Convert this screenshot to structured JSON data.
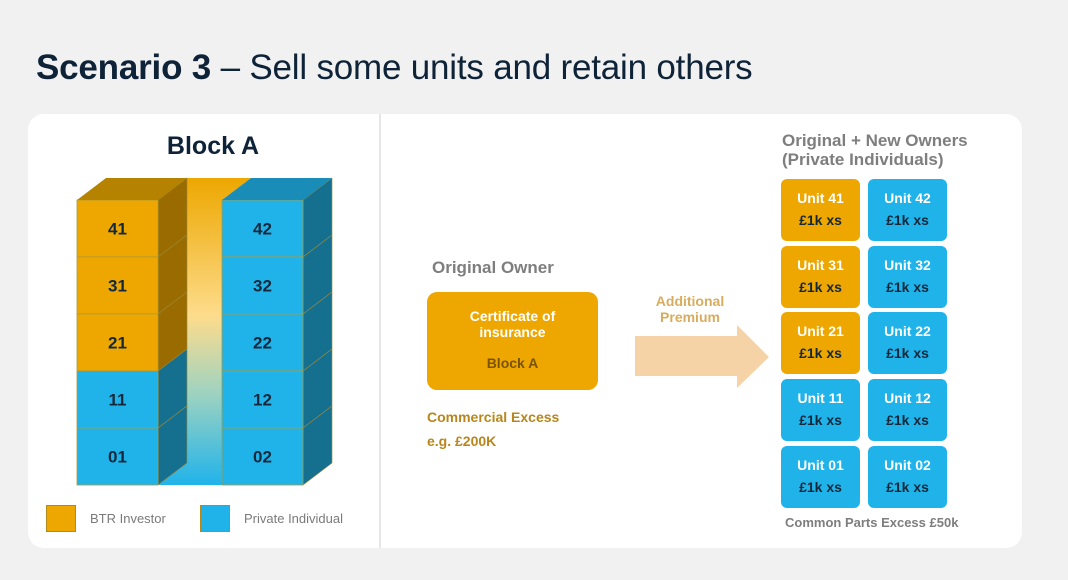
{
  "title": {
    "bold": "Scenario 3",
    "rest": " – Sell some units and retain others"
  },
  "colors": {
    "btr": "#eda700",
    "private": "#20b3ea",
    "btr_side": "#9a6c00",
    "btr_top": "#b58300",
    "private_side": "#15708f",
    "private_top": "#1a8cb8"
  },
  "block": {
    "title": "Block A",
    "left_stack": [
      {
        "unit": "41",
        "owner": "btr"
      },
      {
        "unit": "31",
        "owner": "btr"
      },
      {
        "unit": "21",
        "owner": "btr"
      },
      {
        "unit": "11",
        "owner": "private"
      },
      {
        "unit": "01",
        "owner": "private"
      }
    ],
    "right_stack": [
      {
        "unit": "42",
        "owner": "private"
      },
      {
        "unit": "32",
        "owner": "private"
      },
      {
        "unit": "22",
        "owner": "private"
      },
      {
        "unit": "12",
        "owner": "private"
      },
      {
        "unit": "02",
        "owner": "private"
      }
    ]
  },
  "legend": [
    {
      "label": "BTR Investor",
      "owner": "btr"
    },
    {
      "label": "Private Individual",
      "owner": "private"
    }
  ],
  "original_owner": {
    "heading": "Original Owner",
    "certificate_line1": "Certificate of insurance",
    "certificate_line2": "Block A",
    "excess_line1": "Commercial Excess",
    "excess_line2": "e.g. £200K"
  },
  "arrow": {
    "label": "Additional Premium"
  },
  "owners": {
    "heading_line1": "Original + New Owners",
    "heading_line2": "(Private Individuals)",
    "units": [
      [
        {
          "name": "Unit 41",
          "excess": "£1k xs",
          "owner": "btr"
        },
        {
          "name": "Unit 42",
          "excess": "£1k xs",
          "owner": "private"
        }
      ],
      [
        {
          "name": "Unit 31",
          "excess": "£1k xs",
          "owner": "btr"
        },
        {
          "name": "Unit 32",
          "excess": "£1k xs",
          "owner": "private"
        }
      ],
      [
        {
          "name": "Unit 21",
          "excess": "£1k xs",
          "owner": "btr"
        },
        {
          "name": "Unit 22",
          "excess": "£1k xs",
          "owner": "private"
        }
      ],
      [
        {
          "name": "Unit 11",
          "excess": "£1k xs",
          "owner": "private"
        },
        {
          "name": "Unit 12",
          "excess": "£1k xs",
          "owner": "private"
        }
      ],
      [
        {
          "name": "Unit 01",
          "excess": "£1k xs",
          "owner": "private"
        },
        {
          "name": "Unit 02",
          "excess": "£1k xs",
          "owner": "private"
        }
      ]
    ],
    "common_parts": "Common Parts Excess £50k"
  }
}
